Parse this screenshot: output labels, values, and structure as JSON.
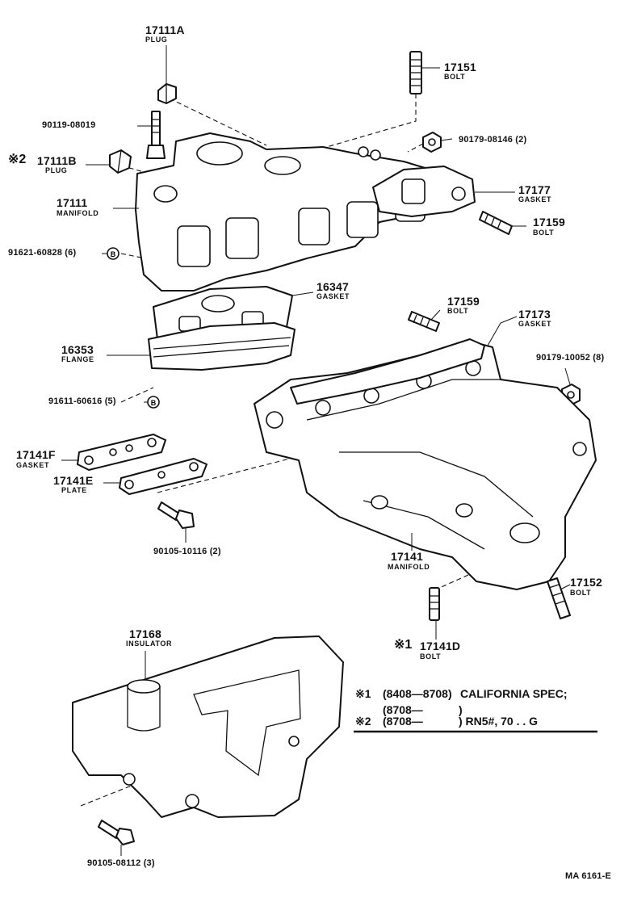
{
  "parts": {
    "plug_a": {
      "number": "17111A",
      "name": "PLUG"
    },
    "bolt_17151": {
      "number": "17151",
      "name": "BOLT"
    },
    "bolt_90119": {
      "number": "90119-08019"
    },
    "nut_90179_08146": {
      "number": "90179-08146 (2)"
    },
    "plug_b": {
      "mark": "※2",
      "number": "17111B",
      "name": "PLUG"
    },
    "manifold_17111": {
      "number": "17111",
      "name": "MANIFOLD"
    },
    "gasket_17177": {
      "number": "17177",
      "name": "GASKET"
    },
    "bolt_17159_top": {
      "number": "17159",
      "name": "BOLT"
    },
    "bolt_91621": {
      "number": "91621-60828 (6)"
    },
    "gasket_16347": {
      "number": "16347",
      "name": "GASKET"
    },
    "bolt_17159_mid": {
      "number": "17159",
      "name": "BOLT"
    },
    "gasket_17173": {
      "number": "17173",
      "name": "GASKET"
    },
    "flange_16353": {
      "number": "16353",
      "name": "FLANGE"
    },
    "nut_90179_10052": {
      "number": "90179-10052 (8)"
    },
    "bolt_91611": {
      "number": "91611-60616 (5)"
    },
    "gasket_17141f": {
      "number": "17141F",
      "name": "GASKET"
    },
    "plate_17141e": {
      "number": "17141E",
      "name": "PLATE"
    },
    "bolt_90105_10116": {
      "number": "90105-10116 (2)"
    },
    "manifold_17141": {
      "number": "17141",
      "name": "MANIFOLD"
    },
    "bolt_17152": {
      "number": "17152",
      "name": "BOLT"
    },
    "bolt_17141d": {
      "mark": "※1",
      "number": "17141D",
      "name": "BOLT"
    },
    "insulator_17168": {
      "number": "17168",
      "name": "INSULATOR"
    },
    "bolt_90105_08112": {
      "number": "90105-08112 (3)"
    }
  },
  "callout_letter": "B",
  "notes": [
    {
      "mark": "※1",
      "range": "(8408—8708)",
      "text": "CALIFORNIA SPEC;"
    },
    {
      "mark": "",
      "range": "(8708—",
      "text": ")"
    },
    {
      "mark": "※2",
      "range": "(8708—",
      "text": ") RN5#, 70 . . G"
    }
  ],
  "footer_code": "MA  6161-E"
}
